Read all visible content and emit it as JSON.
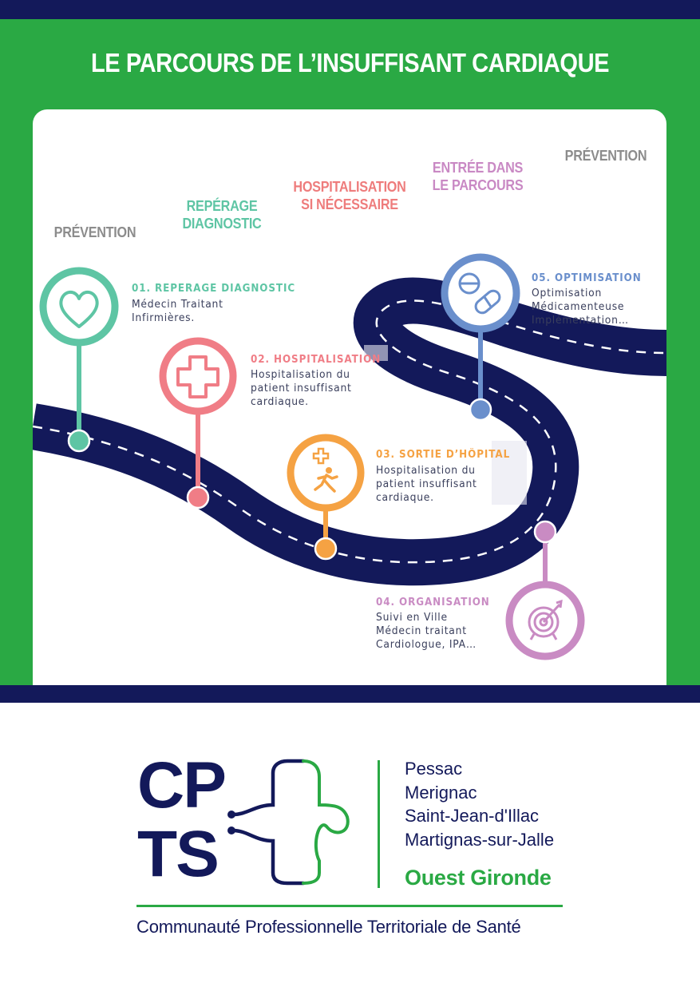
{
  "title": "LE PARCOURS DE L’INSUFFISANT CARDIAQUE",
  "phases": [
    {
      "label": "PRÉVENTION",
      "color": "#8c8c8c"
    },
    {
      "label": "REPÉRAGE\nDIAGNOSTIC",
      "color": "#5ec5a4"
    },
    {
      "label": "HOSPITALISATION\nSI NÉCESSAIRE",
      "color": "#ee7c7c"
    },
    {
      "label": "ENTRÉE DANS\nLE PARCOURS",
      "color": "#c989c4"
    },
    {
      "label": "PRÉVENTION",
      "color": "#8c8c8c"
    }
  ],
  "steps": [
    {
      "title": "01. REPERAGE DIAGNOSTIC",
      "lines": [
        "Médecin Traitant",
        "Infirmières."
      ],
      "color": "#5ec5a4",
      "icon": "heart-icon"
    },
    {
      "title": "02. HOSPITALISATION",
      "lines": [
        "Hospitalisation du",
        "patient insuffisant",
        "cardiaque."
      ],
      "color": "#f07d86",
      "icon": "medical-cross-icon"
    },
    {
      "title": "03. SORTIE D’HÔPITAL",
      "lines": [
        "Hospitalisation du",
        "patient insuffisant",
        "cardiaque."
      ],
      "color": "#f5a243",
      "icon": "running-person-icon"
    },
    {
      "title": "04. ORGANISATION",
      "lines": [
        "Suivi en Ville",
        "Médecin traitant",
        "Cardiologue, IPA…"
      ],
      "color": "#c98bc3",
      "icon": "target-icon"
    },
    {
      "title": "05. OPTIMISATION",
      "lines": [
        "Optimisation",
        "Médicamenteuse",
        "Implémentation…"
      ],
      "color": "#6a8fcc",
      "icon": "pills-icon"
    }
  ],
  "colors": {
    "green": "#2aa944",
    "navy": "#13195a",
    "road": "#13195a"
  },
  "logo": {
    "line1": "CP",
    "line2": "TS",
    "cities": [
      "Pessac",
      "Merignac",
      "Saint-Jean-d'Illac",
      "Martignas-sur-Jalle"
    ],
    "region": "Ouest Gironde",
    "tagline": "Communauté Professionnelle Territoriale de Santé"
  }
}
